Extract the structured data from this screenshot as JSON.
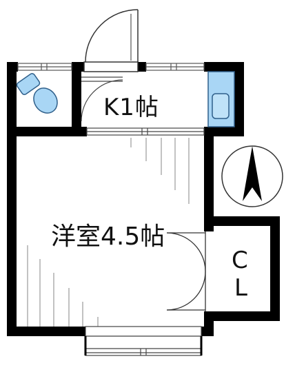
{
  "floorplan": {
    "rooms": {
      "kitchen": "K1帖",
      "western_room": "洋室4.5帖",
      "closet_top": "C",
      "closet_bottom": "L"
    },
    "icons": [
      "toilet-icon",
      "sink-icon",
      "compass-north-icon"
    ],
    "colors": {
      "wall": "#000000",
      "fixture_fill": "#a9d6f5",
      "fixture_stroke": "#2f5f8a",
      "line": "#555555"
    }
  }
}
